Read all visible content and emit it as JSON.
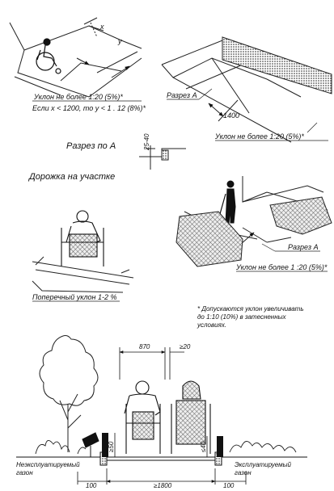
{
  "labels": {
    "slope_top": "Уклон не более 1:20 (5%)*",
    "slope_cond": "Если x < 1200, то y < 1 . 12 (8%)*",
    "dim_x": "x",
    "dim_y": "y",
    "section_a_top": "Разрез А",
    "dim_1400": "1400",
    "slope_right_top": "Уклон не более 1:20 (5%)*",
    "section_by_a": "Разрез по А",
    "dim_25_40": "25-40",
    "path_title": "Дорожка на участке",
    "cross_slope": "Поперечный уклон 1-2 %",
    "section_a_mid": "Разрез А",
    "slope_mid": "Уклон не более 1 :20 (5%)*",
    "footnote": [
      "* Допускаются уклон увеличивать",
      "до 1:10 (10%) в затесненных",
      "условиях."
    ],
    "dim_870": "870",
    "dim_ge20": "≥20",
    "dim_ge50": "≥50",
    "dim_le40": "≤40",
    "unused_area": [
      "Неэксплуатируемый",
      "газон"
    ],
    "used_area": [
      "Эксплуатируемый",
      "газон"
    ],
    "dim_100_left": "100",
    "dim_ge1800": "≥1800",
    "dim_100_right": "100"
  }
}
